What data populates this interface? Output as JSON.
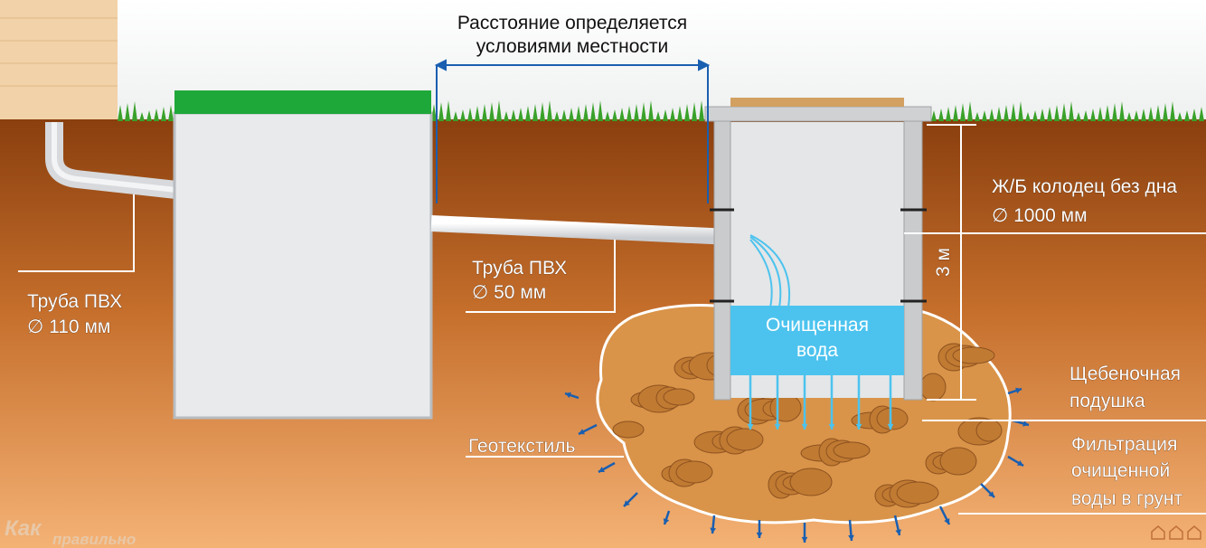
{
  "distance_label": [
    "Расстояние определяется",
    "условиями местности"
  ],
  "pipe_110": [
    "Труба ПВХ",
    "∅ 110 мм"
  ],
  "pipe_50": [
    "Труба ПВХ",
    "∅ 50 мм"
  ],
  "well": [
    "Ж/Б колодец без дна",
    "∅ 1000 мм"
  ],
  "depth": "3 м",
  "water": [
    "Очищенная",
    "вода"
  ],
  "gravel": [
    "Щебеночная",
    "подушка"
  ],
  "geotextile": "Геотекстиль",
  "filtration": [
    "Фильтрация",
    "очищенной",
    "воды в грунт"
  ],
  "watermark": [
    "Как",
    "правильно"
  ],
  "colors": {
    "soil_top": "#8a3f0e",
    "soil_bottom": "#f4b275",
    "lid": "#1fa83a",
    "water": "#4cc3ee",
    "dimension": "#1a5fb0"
  }
}
